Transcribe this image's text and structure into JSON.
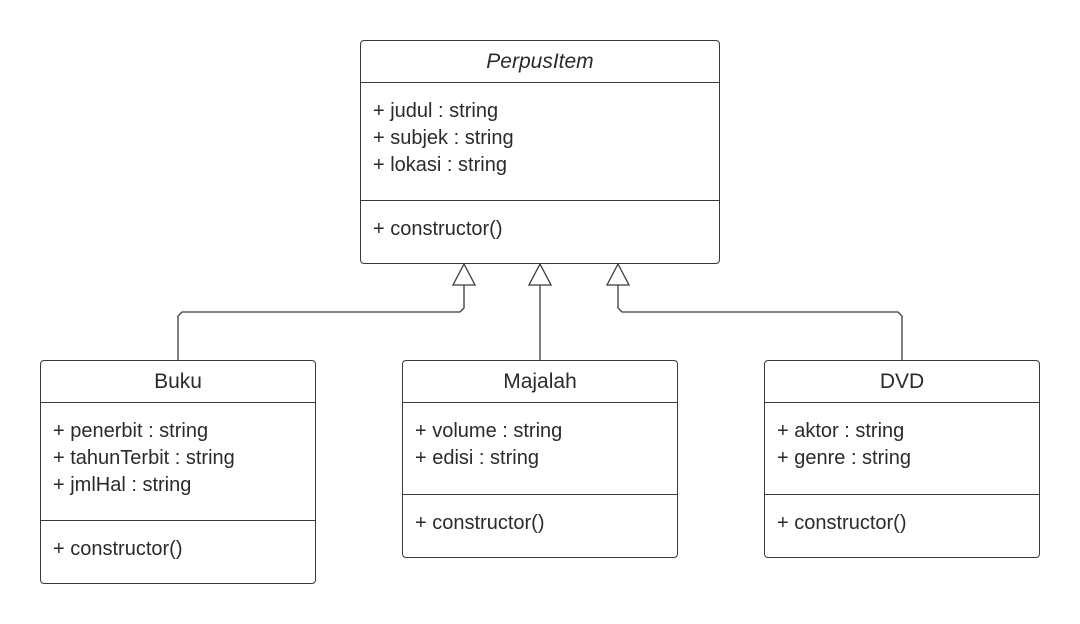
{
  "classes": {
    "perpusitem": {
      "name": "PerpusItem",
      "attributes": [
        "+ judul : string",
        "+ subjek : string",
        "+ lokasi : string"
      ],
      "operations": [
        "+ constructor()"
      ]
    },
    "buku": {
      "name": "Buku",
      "attributes": [
        "+ penerbit : string",
        "+ tahunTerbit : string",
        "+ jmlHal : string"
      ],
      "operations": [
        "+ constructor()"
      ]
    },
    "majalah": {
      "name": "Majalah",
      "attributes": [
        "+ volume : string",
        "+ edisi : string"
      ],
      "operations": [
        "+ constructor()"
      ]
    },
    "dvd": {
      "name": "DVD",
      "attributes": [
        "+ aktor : string",
        "+ genre : string"
      ],
      "operations": [
        "+ constructor()"
      ]
    }
  },
  "relations": [
    {
      "type": "generalization",
      "from": "Buku",
      "to": "PerpusItem"
    },
    {
      "type": "generalization",
      "from": "Majalah",
      "to": "PerpusItem"
    },
    {
      "type": "generalization",
      "from": "DVD",
      "to": "PerpusItem"
    }
  ],
  "colors": {
    "line": "#3a3a3a",
    "text": "#2b2b2b",
    "background": "#ffffff"
  }
}
